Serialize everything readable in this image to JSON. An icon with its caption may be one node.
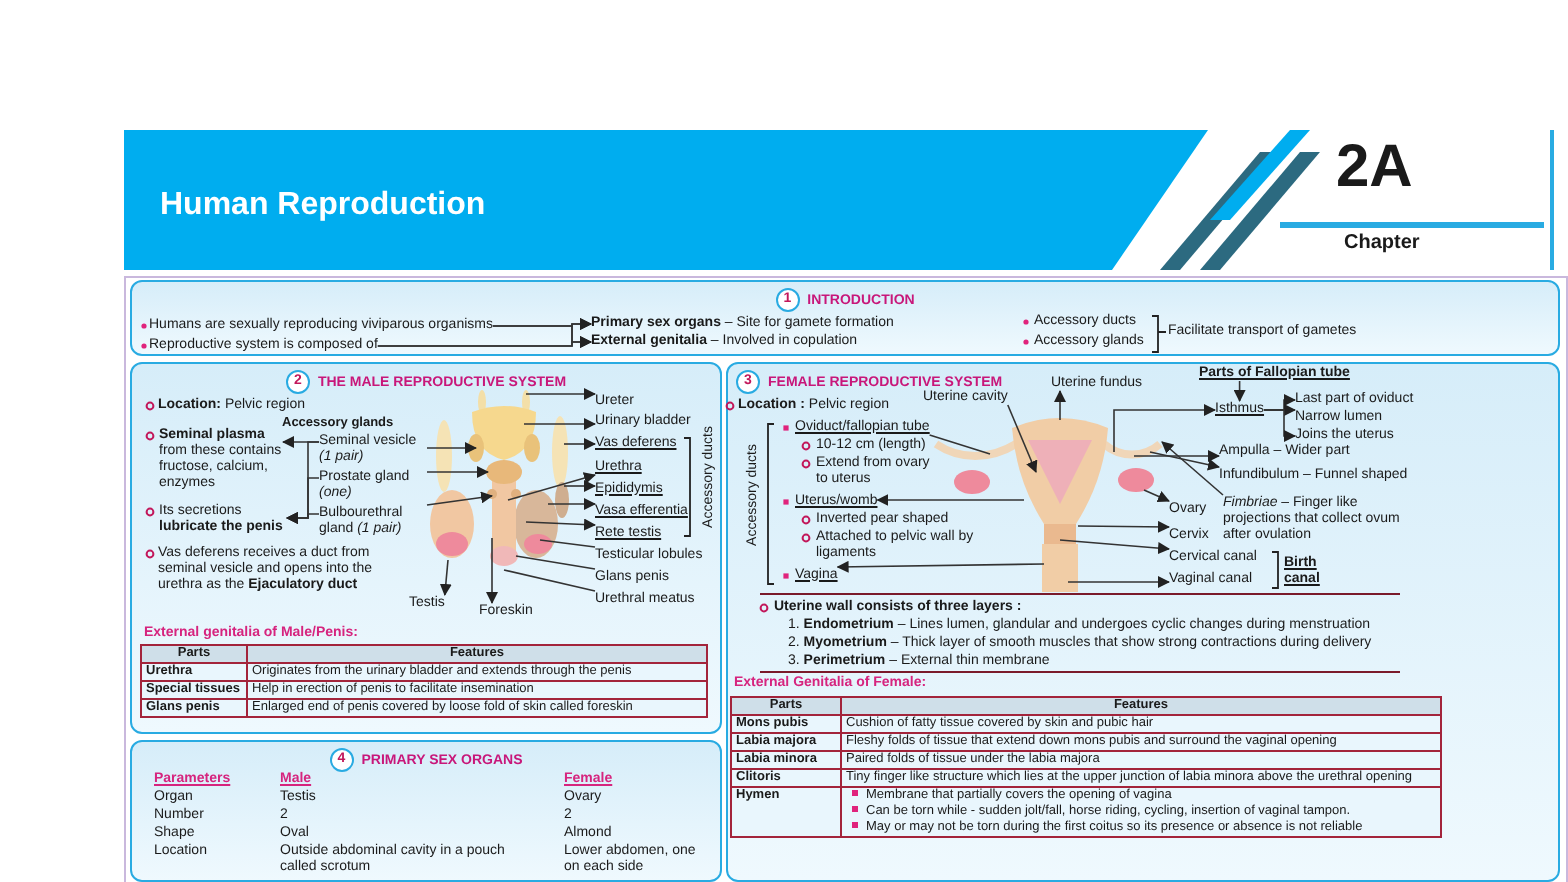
{
  "diagram": {
    "title": "Human Reproduction",
    "nodes": [
      {
        "text": [
          "1",
          "INTRODUCTION"
        ]
      },
      {
        "text": [
          "Humans are sexually reproducing viviparous organisms"
        ],
        "in": 0
      },
      {
        "text": [
          "Reproductive system is composed of"
        ],
        "in": 0
      },
      {
        "text": [
          "**Primary sex organs** – Site for gamete formation"
        ],
        "in": 0
      },
      {
        "text": [
          "**External genitalia** – Involved in copulation"
        ],
        "in": 0
      },
      {
        "text": [
          "2",
          "THE MALE REPRODUCTIVE SYSTEM"
        ]
      },
      {
        "text": [
          "**Seminal plasma** from these contains fructose, calcium, enzymes"
        ],
        "in": 5
      },
      {
        "text": [
          "Its secretions **lubricate the penis**"
        ],
        "in": 5
      },
      {
        "text": [
          "Seminal vesicle *(1 pair)*"
        ],
        "in": 5
      },
      {
        "text": [
          "Prostate gland *(one)*"
        ],
        "in": 5
      },
      {
        "text": [
          "Bulbourethral gland *(1 pair)*"
        ],
        "in": 5
      },
      {
        "text": [
          "Ureter"
        ],
        "in": 5
      },
      {
        "text": [
          "Urinary bladder"
        ],
        "in": 5
      },
      {
        "text": [
          "Vas deferens"
        ],
        "in": 5
      },
      {
        "text": [
          "Urethra"
        ],
        "in": 5
      },
      {
        "text": [
          "Epididymis"
        ],
        "in": 5
      },
      {
        "text": [
          "Vasa efferentia"
        ],
        "in": 5
      },
      {
        "text": [
          "Rete testis"
        ],
        "in": 5
      },
      {
        "text": [
          "Testicular lobules"
        ],
        "in": 5
      },
      {
        "text": [
          "Glans penis"
        ],
        "in": 5
      },
      {
        "text": [
          "Urethral meatus"
        ],
        "in": 5
      },
      {
        "text": [
          "Testis"
        ],
        "in": 5
      },
      {
        "text": [
          "Foreskin"
        ],
        "in": 5
      },
      {
        "text": [
          "3",
          "FEMALE REPRODUCTIVE SYSTEM"
        ]
      },
      {
        "text": [
          "Uterine cavity"
        ],
        "in": 23
      },
      {
        "text": [
          "Uterine fundus"
        ],
        "in": 23
      },
      {
        "text": [
          "Parts of Fallopian tube"
        ],
        "in": 23
      },
      {
        "text": [
          "Isthmus"
        ],
        "in": 23
      },
      {
        "text": [
          "Last part of oviduct"
        ],
        "in": 23
      },
      {
        "text": [
          "Narrow lumen"
        ],
        "in": 23
      },
      {
        "text": [
          "Joins the uterus"
        ],
        "in": 23
      },
      {
        "text": [
          "Oviduct/fallopian tube"
        ],
        "in": 23
      },
      {
        "text": [
          "Ampulla – Wider part"
        ],
        "in": 23
      },
      {
        "text": [
          "Infundibulum – Funnel shaped"
        ],
        "in": 23
      },
      {
        "text": [
          "*Fimbriae* – Finger like projections that collect ovum after ovulation"
        ],
        "in": 23
      },
      {
        "text": [
          "Ovary"
        ],
        "in": 23
      },
      {
        "text": [
          "Uterus/womb"
        ],
        "in": 23
      },
      {
        "text": [
          "Cervix"
        ],
        "in": 23
      },
      {
        "text": [
          "Cervical canal"
        ],
        "in": 23
      },
      {
        "text": [
          "Vaginal canal"
        ],
        "in": 23
      },
      {
        "text": [
          "Vagina"
        ],
        "in": 23
      },
      {
        "text": [
          "4",
          "PRIMARY SEX ORGANS"
        ]
      },
      {
        "text": [],
        "shape": "picture",
        "in": 5
      },
      {
        "text": [],
        "shape": "picture",
        "in": 23
      }
    ],
    "edges": [
      {
        "from": 1,
        "to": 3,
        "arrow": "to"
      },
      {
        "from": 1,
        "to": 4,
        "arrow": "to"
      },
      {
        "from": 2,
        "to": 3,
        "arrow": "to"
      },
      {
        "from": 2,
        "to": 4,
        "arrow": "to"
      },
      {
        "from": 8,
        "to": 6,
        "arrow": "to"
      },
      {
        "from": 8,
        "to": 7,
        "arrow": "to"
      },
      {
        "from": 9,
        "to": 7,
        "arrow": "to"
      },
      {
        "from": 10,
        "to": 7,
        "arrow": "to"
      },
      {
        "from": 8,
        "to": 42,
        "arrow": "to"
      },
      {
        "from": 9,
        "to": 42,
        "arrow": "to"
      },
      {
        "from": 10,
        "to": 42,
        "arrow": "to"
      },
      {
        "from": 42,
        "to": 11,
        "arrow": "to"
      },
      {
        "from": 42,
        "to": 12,
        "arrow": "to"
      },
      {
        "from": 42,
        "to": 13,
        "arrow": "to"
      },
      {
        "from": 42,
        "to": 14,
        "arrow": "to"
      },
      {
        "from": 42,
        "to": 15,
        "arrow": "to"
      },
      {
        "from": 42,
        "to": 16,
        "arrow": "to"
      },
      {
        "from": 42,
        "to": 17,
        "arrow": "to"
      },
      {
        "from": 42,
        "to": 18,
        "arrow": "none"
      },
      {
        "from": 42,
        "to": 19,
        "arrow": "none"
      },
      {
        "from": 42,
        "to": 20,
        "arrow": "none"
      },
      {
        "from": 42,
        "to": 21,
        "arrow": "to"
      },
      {
        "from": 42,
        "to": 22,
        "arrow": "to"
      },
      {
        "from": 24,
        "to": 43,
        "arrow": "to"
      },
      {
        "from": 43,
        "to": 25,
        "arrow": "to"
      },
      {
        "from": 26,
        "to": 27,
        "arrow": "to"
      },
      {
        "from": 43,
        "to": 27,
        "arrow": "to"
      },
      {
        "from": 27,
        "to": 28,
        "arrow": "to"
      },
      {
        "from": 27,
        "to": 29,
        "arrow": "to"
      },
      {
        "from": 27,
        "to": 30,
        "arrow": "to"
      },
      {
        "from": 31,
        "to": 43,
        "arrow": "none"
      },
      {
        "from": 43,
        "to": 32,
        "arrow": "to"
      },
      {
        "from": 43,
        "to": 33,
        "arrow": "to"
      },
      {
        "from": 34,
        "to": 43,
        "arrow": "to"
      },
      {
        "from": 43,
        "to": 35,
        "arrow": "to"
      },
      {
        "from": 43,
        "to": 36,
        "arrow": "to"
      },
      {
        "from": 43,
        "to": 37,
        "arrow": "to"
      },
      {
        "from": 43,
        "to": 38,
        "arrow": "to"
      },
      {
        "from": 43,
        "to": 39,
        "arrow": "to"
      },
      {
        "from": 43,
        "to": 40,
        "arrow": "to"
      }
    ],
    "labels": [
      "2A",
      "Chapter",
      "Accessory ducts",
      "Accessory glands",
      "Facilitate transport of gametes",
      "**Location:** Pelvic region",
      "Accessory glands",
      "Vas deferens receives a duct from seminal vesicle and opens into the urethra as the **Ejaculatory duct**",
      "Accessory ducts",
      "External genitalia of Male/Penis:",
      "Parts",
      "Features",
      "Urethra",
      "Originates from the urinary bladder and extends through the penis",
      "Special tissues",
      "Help in erection of penis to facilitate insemination",
      "Glans penis",
      "Enlarged end of penis covered by loose fold of skin called foreskin",
      "**Location :** Pelvic region",
      "Accessory ducts",
      "10-12 cm (length)",
      "Extend from ovary to uterus",
      "Inverted pear shaped",
      "Attached to pelvic wall by ligaments",
      "Birth canal",
      "Uterine wall consists of three layers :",
      "1. **Endometrium** – Lines lumen, glandular and undergoes cyclic changes during menstruation",
      "2. **Myometrium** – Thick layer of smooth muscles that show strong contractions during delivery",
      "3. **Perimetrium** – External thin membrane",
      "External Genitalia of Female:",
      "Parts",
      "Features",
      "Mons pubis",
      "Cushion of fatty tissue covered by skin and pubic hair",
      "Labia majora",
      "Fleshy folds of tissue that extend down mons pubis and surround the vaginal opening",
      "Labia minora",
      "Paired folds of tissue under the labia majora",
      "Clitoris",
      "Tiny finger like structure which lies at the upper junction of labia minora above the urethral opening",
      "Hymen",
      "Membrane that partially covers the opening of vagina",
      "Can be torn while - sudden jolt/fall, horse riding, cycling, insertion of vaginal tampon.",
      "May or may not be torn during the first coitus so its presence or absence is not reliable",
      "Parameters",
      "Male",
      "Female",
      "Organ",
      "Testis",
      "Ovary",
      "Number",
      "2",
      "2",
      "Shape",
      "Oval",
      "Almond",
      "Location",
      "Outside abdominal cavity in a pouch called scrotum",
      "Lower abdomen, one on each side"
    ]
  }
}
